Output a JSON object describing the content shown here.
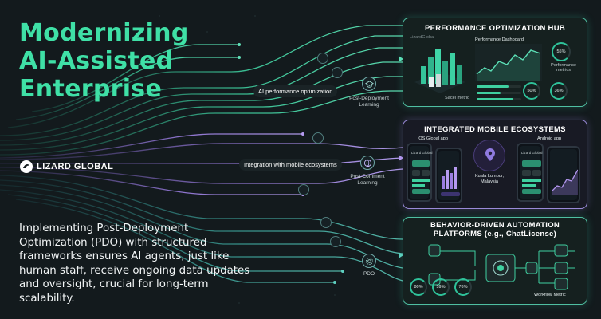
{
  "title": {
    "line1": "Modernizing",
    "line2": "AI-Assisted",
    "line3": "Enterprise"
  },
  "brand": {
    "name": "LIZARD GLOBAL"
  },
  "description": "Implementing Post-Deployment Optimization (PDO) with structured frameworks ensures AI agents, just like human staff, receive ongoing data updates and oversight, crucial for long-term scalability.",
  "flow": {
    "pill_top": "AI performance optimization",
    "pill_middle": "Integration with mobile ecosystems",
    "node_top_label": "Post-Deployment Learning",
    "node_middle_label": "Post-Comment Learning",
    "node_bottom_label": "PDO"
  },
  "panels": {
    "performance": {
      "title": "PERFORMANCE OPTIMIZATION HUB",
      "brand_small": "LizardGlobal",
      "dashboard_label": "Performance Dashboard",
      "metric_label": "Performance metrics",
      "scale_label": "Sacel metric",
      "gauges": [
        "55%",
        "50%",
        "36%"
      ]
    },
    "mobile": {
      "title": "INTEGRATED MOBILE ECOSYSTEMS",
      "ios_label": "iOS Global app",
      "android_label": "Android app",
      "location": "Kuala Lumpur, Malaysia",
      "phone_brand": "Lizard Global"
    },
    "automation": {
      "title_line1": "BEHAVIOR-DRIVEN AUTOMATION",
      "title_line2": "PLATFORMS (e.g., ChatLicense)",
      "gauges": [
        "80%",
        "59%",
        "76%"
      ],
      "workflow_label": "Workflow Metric"
    }
  },
  "colors": {
    "accent_green": "#3fe0a6",
    "accent_purple": "#9a8ad8",
    "background": "#131a1d"
  }
}
